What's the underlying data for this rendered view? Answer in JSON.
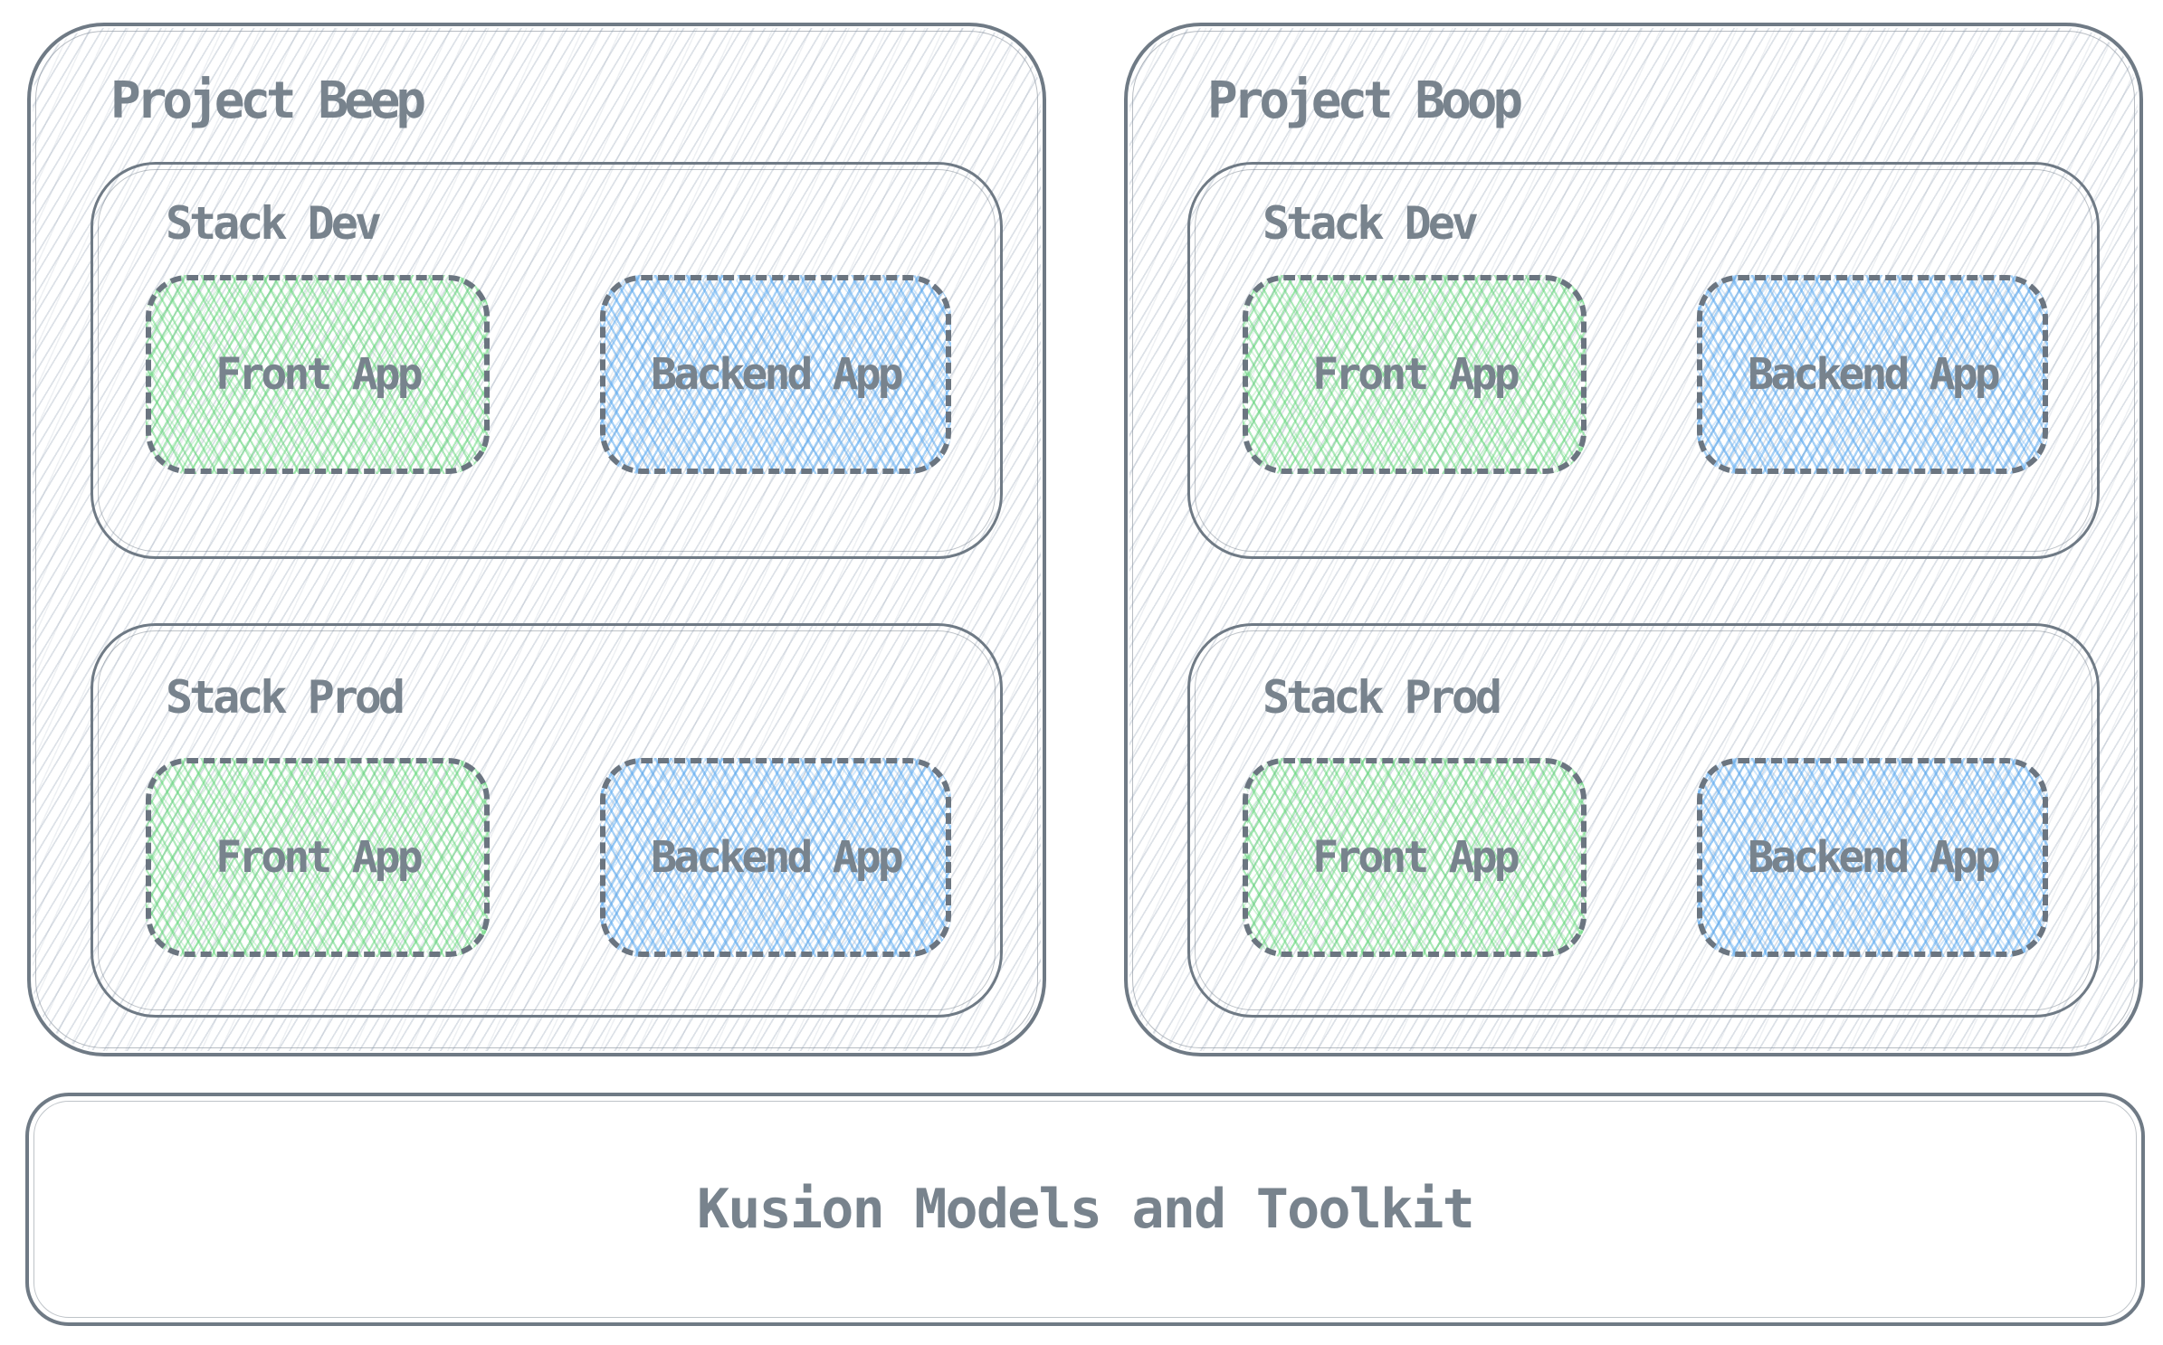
{
  "diagram": {
    "projects": [
      {
        "label": "Project Beep",
        "stacks": [
          {
            "label": "Stack Dev",
            "apps": [
              {
                "label": "Front App"
              },
              {
                "label": "Backend App"
              }
            ]
          },
          {
            "label": "Stack Prod",
            "apps": [
              {
                "label": "Front App"
              },
              {
                "label": "Backend App"
              }
            ]
          }
        ]
      },
      {
        "label": "Project Boop",
        "stacks": [
          {
            "label": "Stack Dev",
            "apps": [
              {
                "label": "Front App"
              },
              {
                "label": "Backend App"
              }
            ]
          },
          {
            "label": "Stack Prod",
            "apps": [
              {
                "label": "Front App"
              },
              {
                "label": "Backend App"
              }
            ]
          }
        ]
      }
    ],
    "toolkit_bar": {
      "label": "Kusion Models and Toolkit"
    }
  },
  "colors": {
    "background": "#ffffff",
    "stroke": "#6f7a85",
    "dashed_stroke": "#6b7580",
    "label_text": "#78838d",
    "hatch_line": "#d7dce3",
    "front_fill": "#a7e8b0",
    "backend_fill": "#a3d2f4"
  }
}
